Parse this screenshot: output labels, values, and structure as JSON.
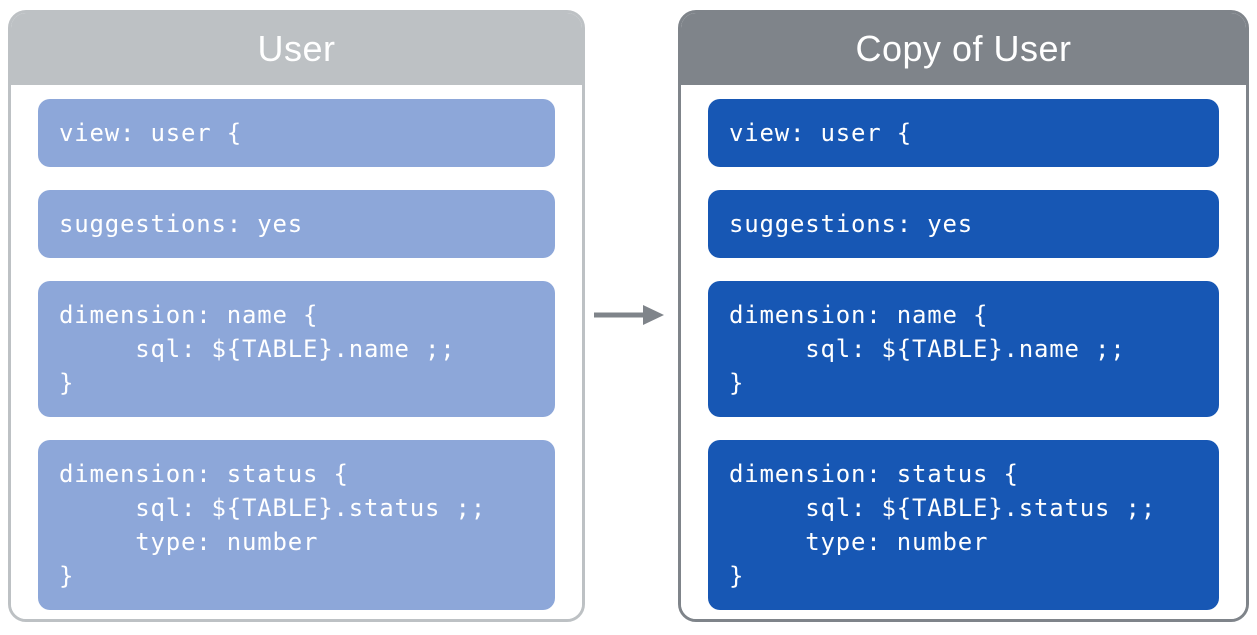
{
  "diagram": {
    "description": "LookML view duplication diagram: a view file and its copy",
    "arrow": {
      "direction": "right",
      "color": "#7f848a"
    },
    "panels": [
      {
        "title": "User",
        "frame_color": "#bdc1c4",
        "block_color": "#8da7d9",
        "blocks": [
          {
            "lines": [
              "view: user {"
            ]
          },
          {
            "lines": [
              "suggestions: yes"
            ]
          },
          {
            "lines": [
              "dimension: name {",
              "     sql: ${TABLE}.name ;;",
              "}"
            ]
          },
          {
            "lines": [
              "dimension: status {",
              "     sql: ${TABLE}.status ;;",
              "     type: number",
              "}"
            ]
          }
        ]
      },
      {
        "title": "Copy of User",
        "frame_color": "#7f848a",
        "block_color": "#1757b4",
        "blocks": [
          {
            "lines": [
              "view: user {"
            ]
          },
          {
            "lines": [
              "suggestions: yes"
            ]
          },
          {
            "lines": [
              "dimension: name {",
              "     sql: ${TABLE}.name ;;",
              "}"
            ]
          },
          {
            "lines": [
              "dimension: status {",
              "     sql: ${TABLE}.status ;;",
              "     type: number",
              "}"
            ]
          }
        ]
      }
    ]
  }
}
